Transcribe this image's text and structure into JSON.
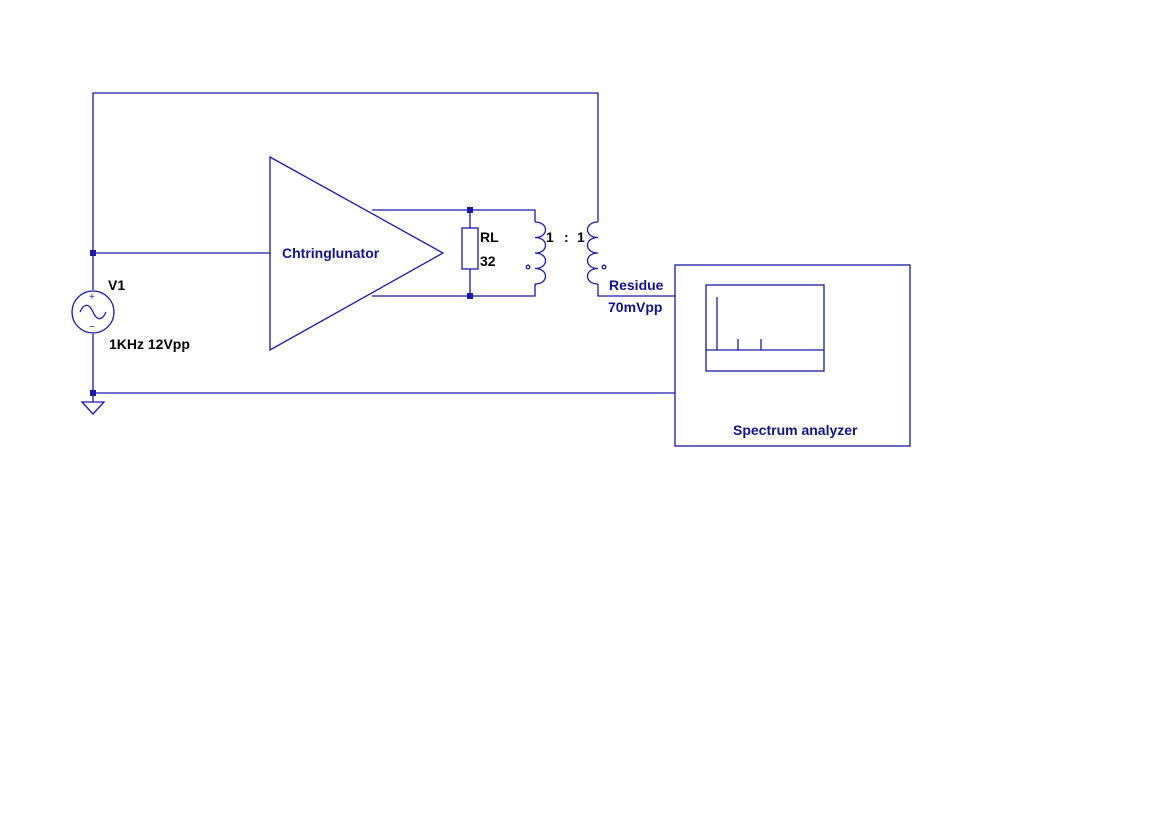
{
  "source": {
    "name": "V1",
    "value": "1KHz 12Vpp",
    "plus_sign": "+",
    "minus_sign": "−"
  },
  "amplifier": {
    "label": "Chtringlunator"
  },
  "resistor": {
    "name": "RL",
    "value": "32"
  },
  "transformer": {
    "ratio_left": "1",
    "ratio_sep": ":",
    "ratio_right": "1"
  },
  "residue": {
    "label": "Residue",
    "value": "70mVpp"
  },
  "analyzer": {
    "label": "Spectrum analyzer"
  },
  "colors": {
    "wire": "#1a1aa8",
    "component_label": "#000000",
    "net_label": "#12128a",
    "background": "#ffffff"
  }
}
